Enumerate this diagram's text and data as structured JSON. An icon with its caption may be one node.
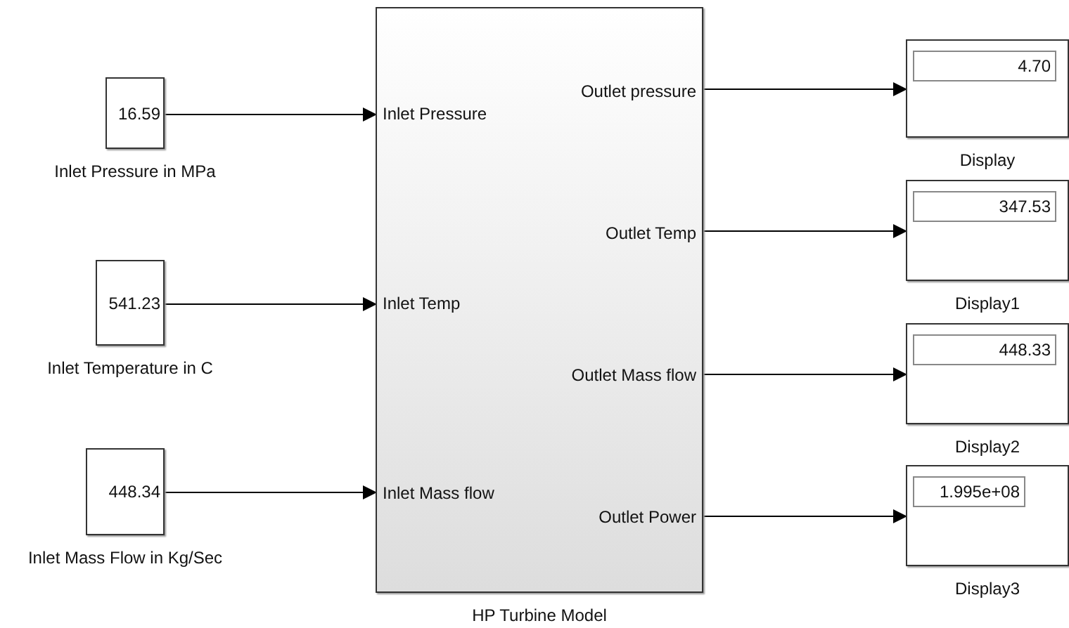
{
  "diagram": {
    "nodes": [
      {
        "text": [
          "16.59"
        ],
        "beside": [
          "Inlet Pressure in MPa"
        ]
      },
      {
        "text": [
          "541.23"
        ],
        "beside": [
          "Inlet Temperature in C"
        ]
      },
      {
        "text": [
          "448.34"
        ],
        "beside": [
          "Inlet Mass Flow in Kg/Sec"
        ]
      },
      {
        "text": [
          "HP Turbine Model",
          "Inlet Pressure",
          "Inlet Temp",
          "Inlet Mass flow",
          "Outlet pressure",
          "Outlet Temp",
          "Outlet Mass flow",
          "Outlet Power"
        ]
      },
      {
        "text": [
          "4.70"
        ],
        "beside": [
          "Display"
        ]
      },
      {
        "text": [
          "347.53"
        ],
        "beside": [
          "Display1"
        ]
      },
      {
        "text": [
          "448.33"
        ],
        "beside": [
          "Display2"
        ]
      },
      {
        "text": [
          "1.995e+08"
        ],
        "beside": [
          "Display3"
        ]
      }
    ],
    "edges": [
      {
        "from": 0,
        "to": 3,
        "arrow": "to"
      },
      {
        "from": 1,
        "to": 3,
        "arrow": "to"
      },
      {
        "from": 2,
        "to": 3,
        "arrow": "to"
      },
      {
        "from": 3,
        "to": 4,
        "arrow": "to"
      },
      {
        "from": 3,
        "to": 5,
        "arrow": "to"
      },
      {
        "from": 3,
        "to": 6,
        "arrow": "to"
      },
      {
        "from": 3,
        "to": 7,
        "arrow": "to"
      }
    ]
  }
}
